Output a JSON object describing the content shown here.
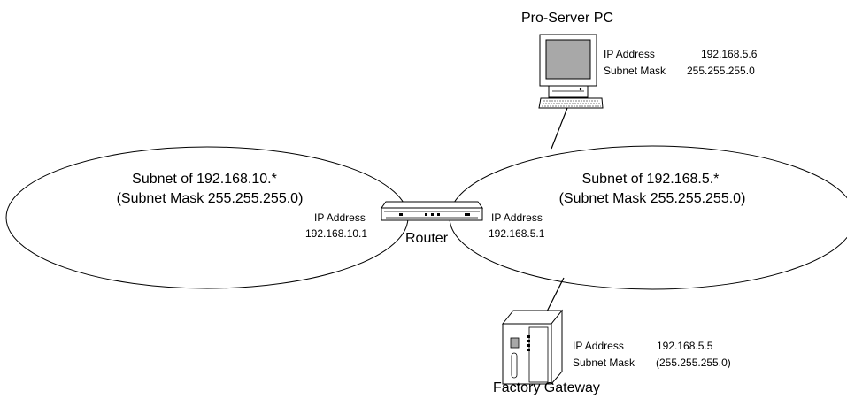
{
  "server": {
    "title": "Pro-Server PC",
    "ip_label": "IP Address",
    "ip_value": "192.168.5.6",
    "mask_label": "Subnet Mask",
    "mask_value": "255.255.255.0"
  },
  "left_subnet": {
    "line1": "Subnet of 192.168.10.*",
    "line2": "(Subnet Mask 255.255.255.0)",
    "ip_label": "IP Address",
    "ip_value": "192.168.10.1"
  },
  "right_subnet": {
    "line1": "Subnet of 192.168.5.*",
    "line2": "(Subnet Mask 255.255.255.0)",
    "ip_label": "IP Address",
    "ip_value": "192.168.5.1"
  },
  "router": {
    "label": "Router"
  },
  "gateway": {
    "title": "Factory Gateway",
    "ip_label": "IP Address",
    "ip_value": "192.168.5.5",
    "mask_label": "Subnet Mask",
    "mask_value": "(255.255.255.0)"
  }
}
